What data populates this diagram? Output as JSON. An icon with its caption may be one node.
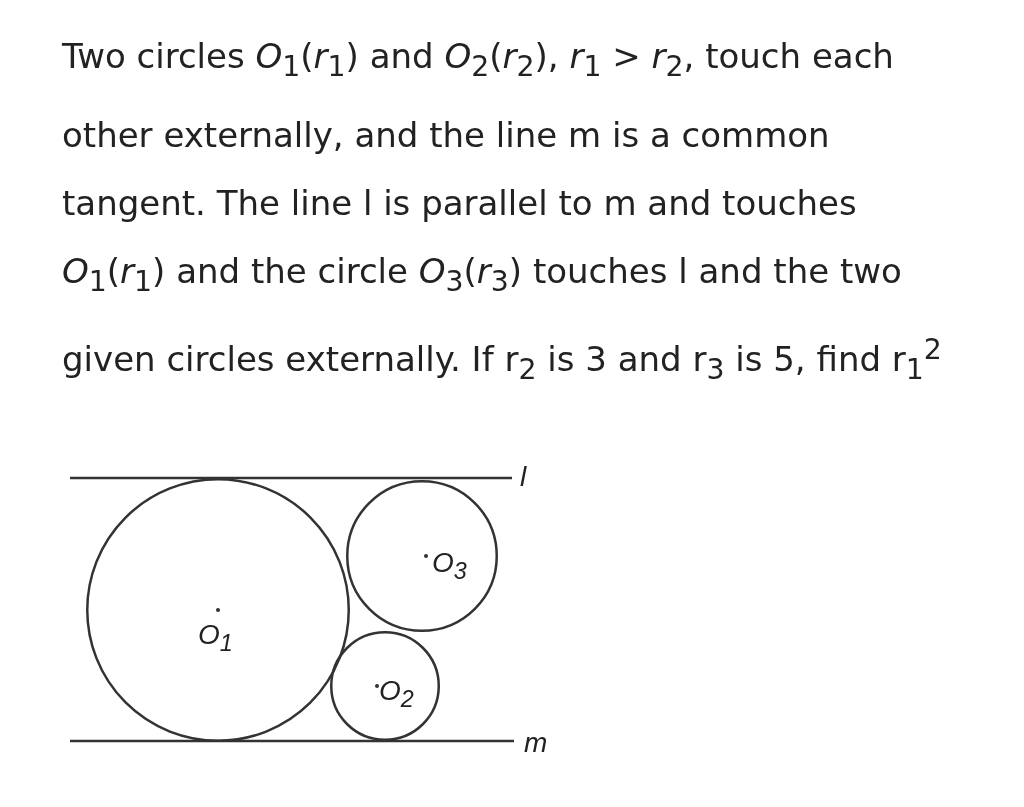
{
  "diagram": {
    "nodes": [
      {
        "text": [
          "O$_{1}$"
        ]
      },
      {
        "text": [
          "O$_{3}$"
        ]
      },
      {
        "text": [
          "O$_{2}$"
        ]
      }
    ],
    "labels": [
      "Two circles *O*$_{1}$(*r*$_{1}$) and *O*$_{2}$(*r*$_{2}$), *r*$_{1}$ > *r*$_{2}$, touch each other externally, and the line m is a common tangent. The line l is parallel to m and touches *O*$_{1}$(*r*$_{1}$) and the circle *O*$_{3}$(*r*$_{3}$) touches l and the two given circles externally. If r$_{2}$ is 3 and r$_{3}$ is 5, find r$_{1}$$^{2}$",
      "l",
      "m"
    ]
  }
}
